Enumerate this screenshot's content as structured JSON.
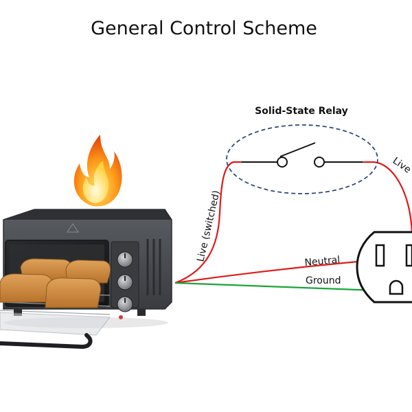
{
  "title": "General Control Scheme",
  "relay": {
    "label": "Solid-State Relay"
  },
  "wires": {
    "live_switched": "Live (switched)",
    "live": "Live",
    "neutral": "Neutral",
    "ground": "Ground"
  },
  "colors": {
    "live": "#e01919",
    "ground": "#1aa53a",
    "relay_outline": "#2f4a7a",
    "switch": "#111111",
    "oven_body": "#4b4d52",
    "toast": "#c98a3e"
  },
  "icons": [
    "flame-icon",
    "toaster-oven-icon",
    "outlet-icon",
    "switch-icon"
  ]
}
